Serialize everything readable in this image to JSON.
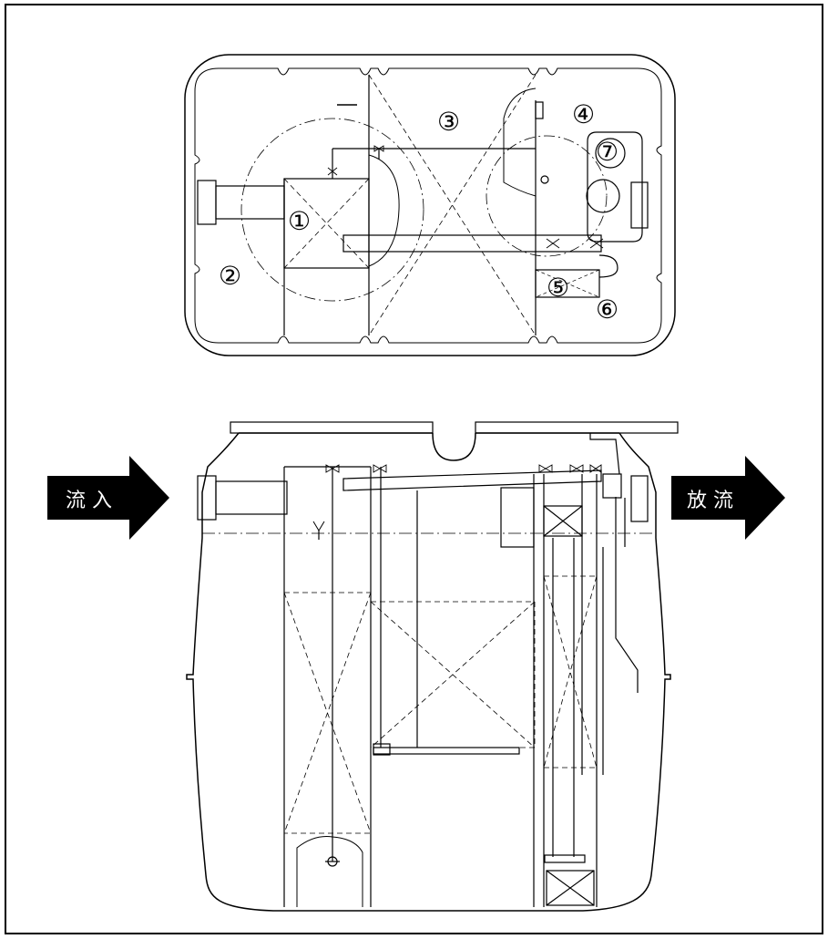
{
  "plan_view": {
    "labels": {
      "c1": "①",
      "c2": "②",
      "c3": "③",
      "c4": "④",
      "c5": "⑤",
      "c6": "⑥",
      "c7": "⑦"
    }
  },
  "section_view": {
    "inflow_label": "流 入",
    "outflow_label": "放 流"
  },
  "colors": {
    "line": "#000000",
    "background": "#ffffff",
    "arrow": "#000000",
    "arrow_text": "#ffffff"
  }
}
